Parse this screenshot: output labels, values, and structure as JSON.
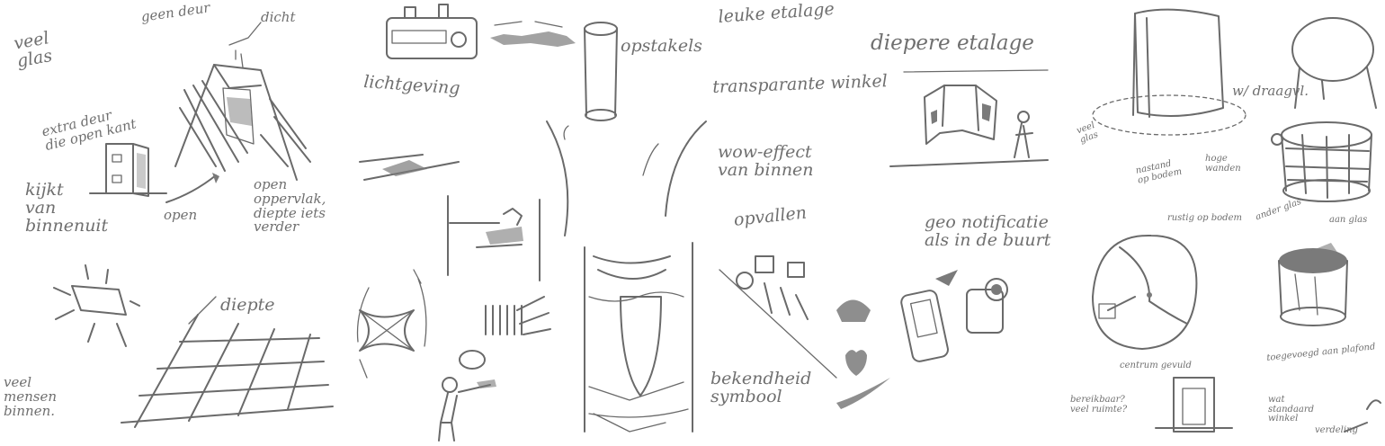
{
  "notes": {
    "veel_glas": "veel glas",
    "geen_deur_1": "geen deur",
    "dicht": "dicht",
    "extra_deur": "extra deur\ndie open kant",
    "kijkt_van_binnenuit": "kijkt\nvan\nbinnenuit",
    "open": "open",
    "open_oppervlak": "open\noppervlak,\ndiepte iets\nverder",
    "diepte": "diepte",
    "veel_mensen_binnen": "veel\nmensen\nbinnen.",
    "lichtgeving": "lichtgeving",
    "opstakels": "opstakels",
    "leuke_etalage": "leuke etalage",
    "transparante_winkel": "transparante winkel",
    "wow_effect": "wow-effect\nvan binnen",
    "opvallen": "opvallen",
    "bekendheid_symbool": "bekendheid\nsymbool",
    "diepere_etalage": "diepere etalage",
    "geo_notificatie": "geo notificatie\nals in de buurt",
    "veel_glas_2": "veel\nglas",
    "w_draagvlak": "w/ draagvl.",
    "hoge_wanden": "hoge\nwanden",
    "nastand_bodem": "nastand\nop bodem",
    "rustig_op_bodem": "rustig op bodem",
    "centrum_gevuld": "centrum gevuld",
    "bereikbaar": "bereikbaar?\nveel ruimte?",
    "ander_glas": "ander glas",
    "aan_glas": "aan glas",
    "toegevoegd_aan_plafond": "toegevoegd aan plafond",
    "wat_standaard": "wat\nstandaard\nwinkel",
    "verdeling": "verdeling"
  },
  "colors": {
    "ink": "#6a6a6a",
    "paper": "#ffffff"
  }
}
